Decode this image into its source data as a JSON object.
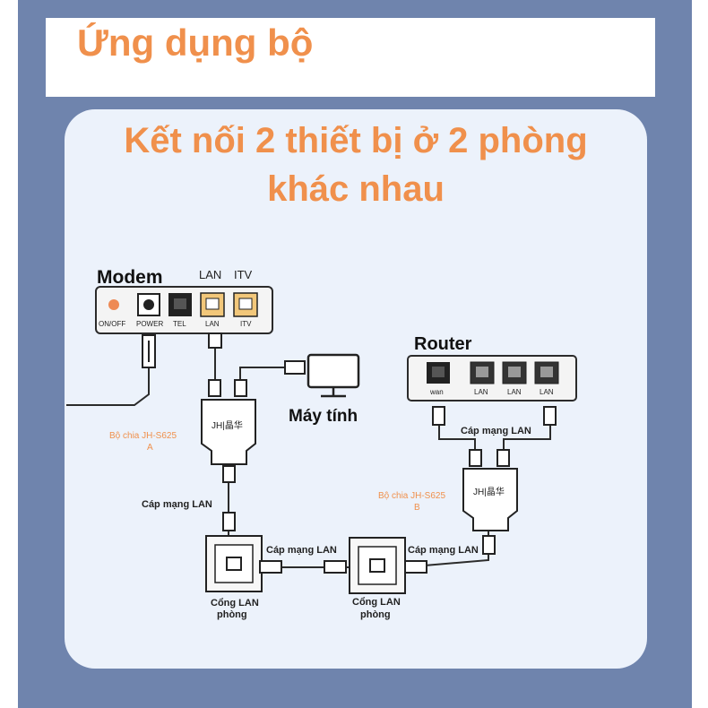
{
  "header": {
    "title": "Ứng dụng bộ"
  },
  "main_title": {
    "line1": "Kết nối 2 thiết bị ở 2 phòng",
    "line2": "khác nhau"
  },
  "modem": {
    "title": "Modem",
    "top_labels": [
      "LAN",
      "ITV"
    ],
    "ports": [
      "ON/OFF",
      "POWER",
      "TEL",
      "LAN",
      "ITV"
    ]
  },
  "computer": {
    "label": "Máy tính"
  },
  "router": {
    "title": "Router",
    "ports": [
      "wan",
      "LAN",
      "LAN",
      "LAN"
    ]
  },
  "splitter_a": {
    "brand": "JH|晶华",
    "label_line1": "Bộ chia JH-S625",
    "label_line2": "A"
  },
  "splitter_b": {
    "brand": "JH|晶华",
    "label_line1": "Bộ chia JH-S625",
    "label_line2": "B"
  },
  "cables": {
    "cable_a": "Cáp mạng LAN",
    "cable_mid": "Cáp mạng LAN",
    "cable_right": "Cáp mạng LAN",
    "cable_router": "Cáp mạng LAN"
  },
  "wall_ports": {
    "left": {
      "line1": "Cổng LAN",
      "line2": "phòng"
    },
    "right": {
      "line1": "Cổng LAN",
      "line2": "phòng"
    }
  },
  "colors": {
    "accent": "#f0904c",
    "frame": "#6f84ad",
    "panel": "#ecf2fb",
    "port_yellow": "#f2c77a"
  }
}
